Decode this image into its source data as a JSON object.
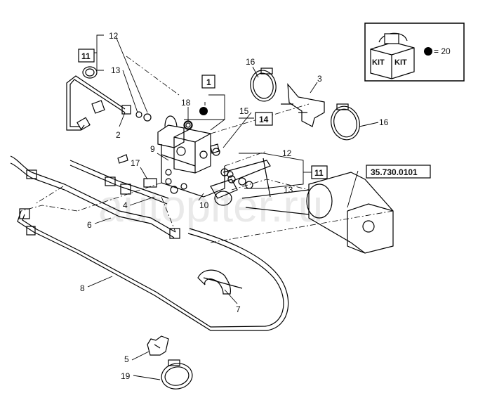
{
  "watermark": "autopiter.ru",
  "kit": {
    "label": "KIT",
    "equals": "= 20"
  },
  "boxed_refs": {
    "b11_top": "11",
    "b1": "1",
    "b14": "14",
    "b11_right": "11",
    "ref_part": "35.730.0101"
  },
  "callouts": {
    "c12_top": "12",
    "c13_top": "13",
    "c18": "18",
    "c2": "2",
    "c9": "9",
    "c17": "17",
    "c4": "4",
    "c10": "10",
    "c6": "6",
    "c8": "8",
    "c7": "7",
    "c5": "5",
    "c19": "19",
    "c16_top": "16",
    "c3": "3",
    "c16_right": "16",
    "c15": "15",
    "c12_right": "12",
    "c13_right": "13"
  }
}
